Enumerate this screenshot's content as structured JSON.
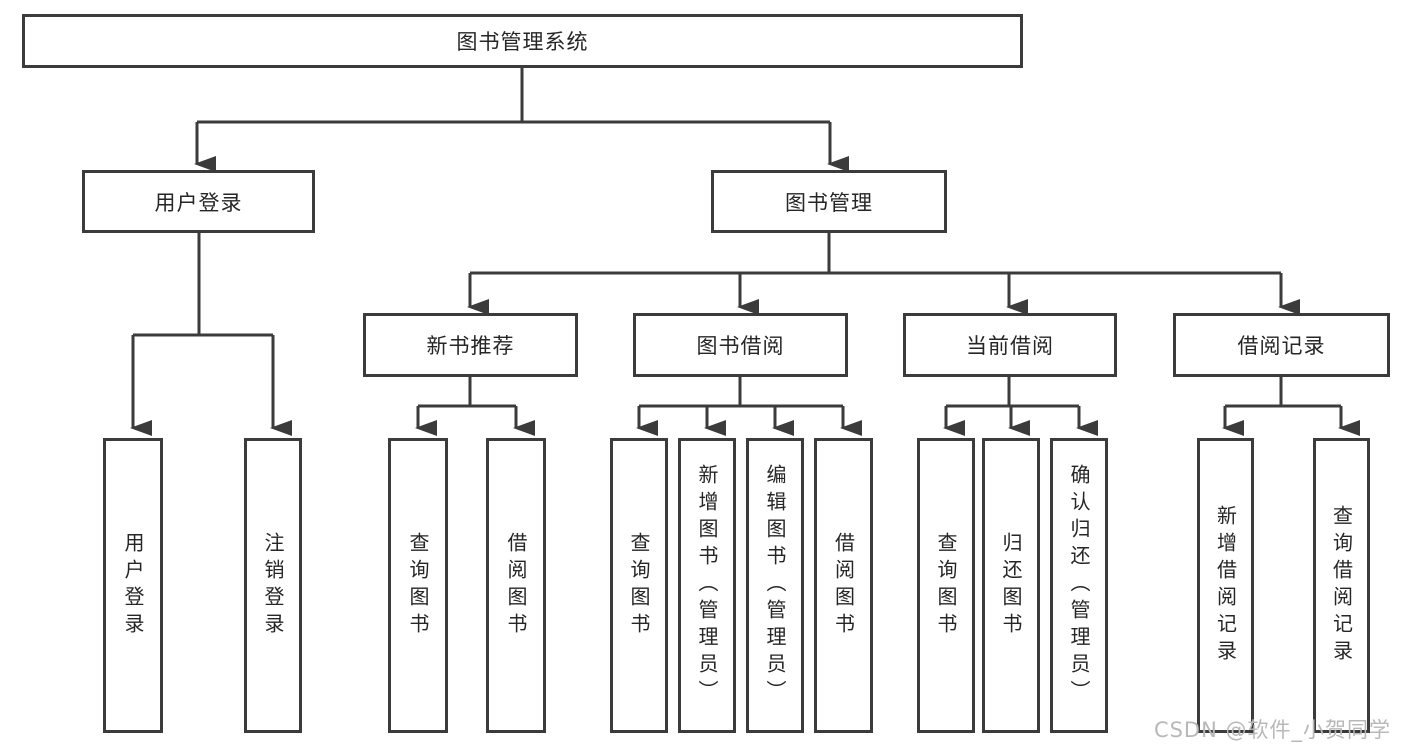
{
  "diagram": {
    "root": "图书管理系统",
    "level2": {
      "user_login": "用户登录",
      "book_mgmt": "图书管理"
    },
    "level3": {
      "new_books": "新书推荐",
      "book_borrow": "图书借阅",
      "current_borrow": "当前借阅",
      "borrow_records": "借阅记录"
    },
    "leaves": {
      "user_login": [
        "用户登录",
        "注销登录"
      ],
      "new_books": [
        "查询图书",
        "借阅图书"
      ],
      "book_borrow": [
        "查询图书",
        "新增图书（管理员）",
        "编辑图书（管理员）",
        "借阅图书"
      ],
      "current_borrow": [
        "查询图书",
        "归还图书",
        "确认归还（管理员）"
      ],
      "borrow_records": [
        "新增借阅记录",
        "查询借阅记录"
      ]
    }
  },
  "watermark": "CSDN @软件_小贺同学",
  "colors": {
    "line": "#3b3b3b",
    "text": "#262626",
    "watermark": "#b8b8b8",
    "background": "#ffffff"
  }
}
